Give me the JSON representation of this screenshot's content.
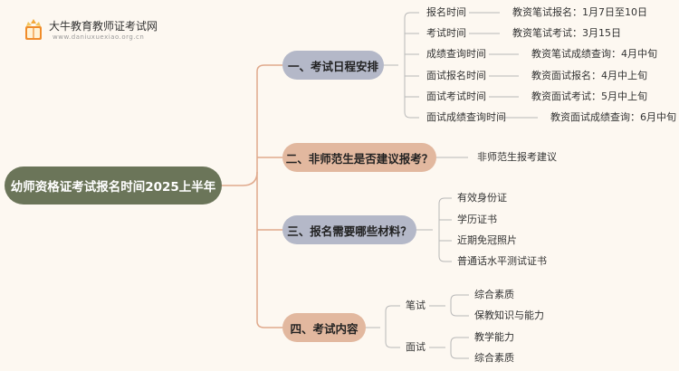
{
  "logo": {
    "name": "大牛教育教师证考试网",
    "url": "www.daniuxuexiao.org.cn"
  },
  "root": {
    "label": "幼师资格证考试报名时间2025上半年"
  },
  "branches": [
    {
      "label": "一、考试日程安排",
      "items": [
        {
          "label": "报名时间",
          "detail": "教资笔试报名：1月7日至10日"
        },
        {
          "label": "考试时间",
          "detail": "教资笔试考试：3月15日"
        },
        {
          "label": "成绩查询时间",
          "detail": "教资笔试成绩查询：4月中旬"
        },
        {
          "label": "面试报名时间",
          "detail": "教资面试报名：4月中上旬"
        },
        {
          "label": "面试考试时间",
          "detail": "教资面试考试：5月中上旬"
        },
        {
          "label": "面试成绩查询时间",
          "detail": "教资面试成绩查询：6月中旬"
        }
      ]
    },
    {
      "label": "二、非师范生是否建议报考？",
      "items": [
        {
          "label": "非师范生报考建议"
        }
      ]
    },
    {
      "label": "三、报名需要哪些材料？",
      "items": [
        {
          "label": "有效身份证"
        },
        {
          "label": "学历证书"
        },
        {
          "label": "近期免冠照片"
        },
        {
          "label": "普通话水平测试证书"
        }
      ]
    },
    {
      "label": "四、考试内容",
      "groups": [
        {
          "label": "笔试",
          "items": [
            "综合素质",
            "保教知识与能力"
          ]
        },
        {
          "label": "面试",
          "items": [
            "教学能力",
            "综合素质"
          ]
        }
      ]
    }
  ],
  "colors": {
    "root": "#6b7559",
    "branch_blue": "#b4b8c8",
    "branch_peach": "#e2b89f",
    "line_main": "#e0a98c",
    "line_sub": "#b8b8b8",
    "background": "#fdf8f1"
  }
}
